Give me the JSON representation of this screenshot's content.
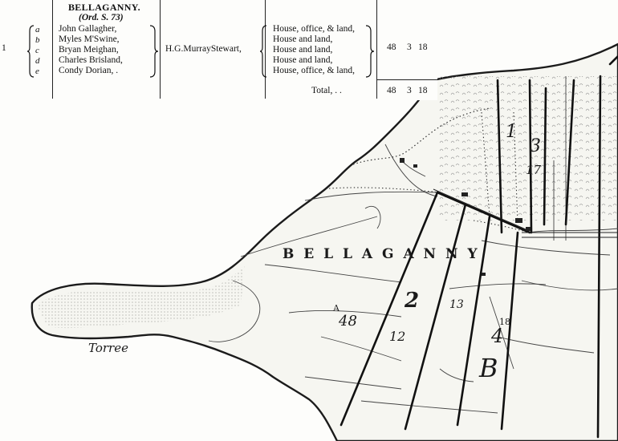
{
  "table": {
    "row_number": "1",
    "townland": "BELLAGANNY.",
    "ord_ref": "(Ord. S. 73)",
    "letters": [
      "a",
      "b",
      "c",
      "d",
      "e"
    ],
    "occupiers": [
      "John Gallagher,",
      "Myles M'Swine,",
      "Bryan Meighan,",
      "Charles Brisland,",
      "Condy Dorian,  ."
    ],
    "lessor": "H.G.MurrayStewart,",
    "descriptions": [
      "House, office, & land,",
      "House and land,",
      "House and land,",
      "House and land,",
      "House, office, & land,"
    ],
    "area": [
      "48",
      "3",
      "18"
    ],
    "total_label": "Total,  .      .",
    "total_area": [
      "48",
      "3",
      "18"
    ]
  },
  "map": {
    "townland_name": "B E L L A G A N N Y",
    "place_name": "Torree",
    "lot_numbers": [
      "A",
      "48",
      "1",
      "2",
      "3",
      "4",
      "B",
      "12",
      "18",
      "17",
      "13"
    ]
  }
}
